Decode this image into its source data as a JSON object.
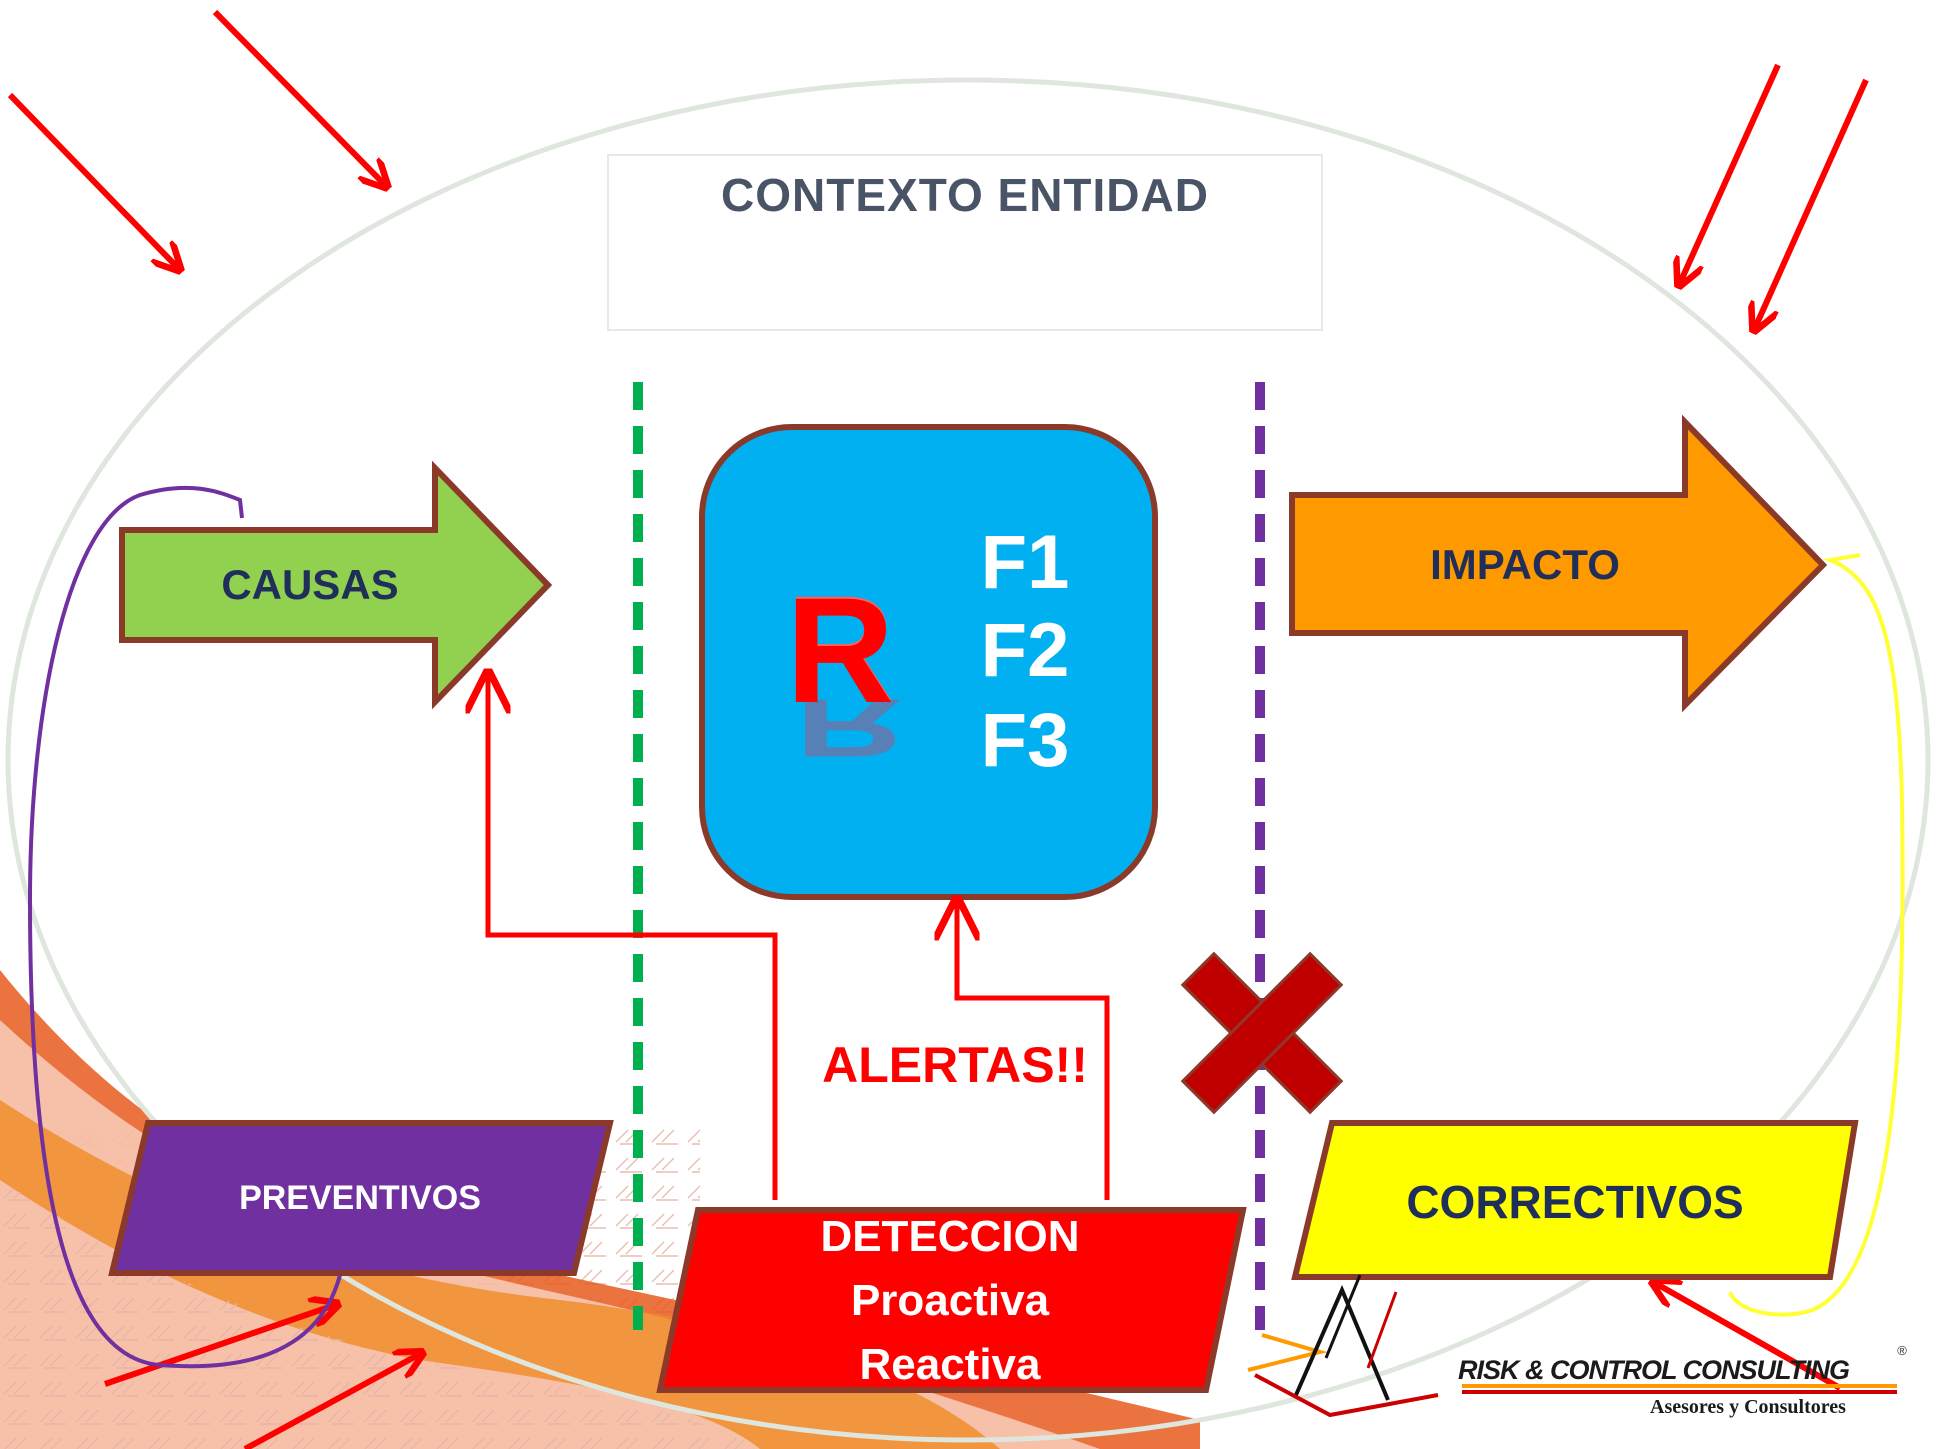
{
  "context": {
    "title": "CONTEXTO  ENTIDAD"
  },
  "causes": {
    "label": "CAUSAS"
  },
  "impact": {
    "label": "IMPACTO"
  },
  "risk": {
    "symbol": "R",
    "factors": [
      "F1",
      "F2",
      "F3"
    ]
  },
  "alerts": {
    "label": "ALERTAS!!"
  },
  "controls": {
    "preventive": "PREVENTIVOS",
    "detection": [
      "DETECCION",
      "Proactiva",
      "Reactiva"
    ],
    "corrective": "CORRECTIVOS"
  },
  "logo": {
    "name": "RISK & CONTROL CONSULTING",
    "subtitle": "Asesores y Consultores",
    "registered": "®"
  },
  "colors": {
    "causes": "#92d050",
    "impact": "#ff9900",
    "risk_box": "#00b0f0",
    "shape_border": "#8b3a2a",
    "preventive": "#7030a0",
    "detection": "#ff0000",
    "corrective": "#ffff00",
    "external_arrows": "#ff0000",
    "divider_left": "#00b050",
    "divider_right": "#7030a0",
    "blocked_mark": "#c00000"
  }
}
